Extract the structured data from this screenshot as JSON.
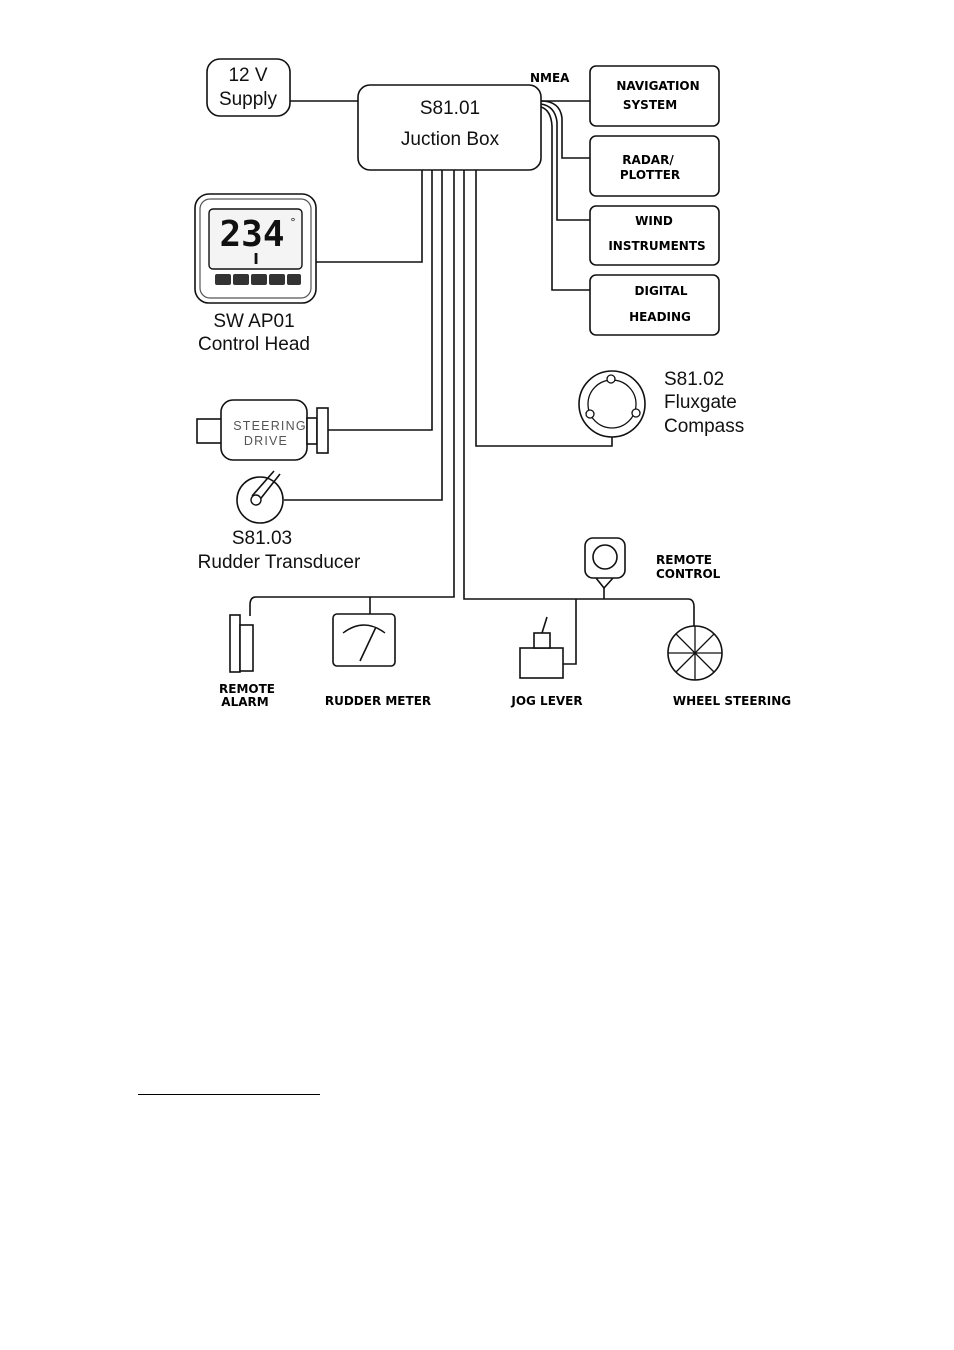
{
  "supply": {
    "line1": "12 V",
    "line2": "Supply"
  },
  "junction_box": {
    "line1": "S81.01",
    "line2": "Juction Box"
  },
  "nmea_label": "NMEA",
  "nmea_devices": [
    {
      "line1": "NAVIGATION",
      "line2": "SYSTEM"
    },
    {
      "line1": "RADAR/",
      "line2": "PLOTTER"
    },
    {
      "line1": "WIND",
      "line2": "INSTRUMENTS"
    },
    {
      "line1": "DIGITAL",
      "line2": "HEADING"
    }
  ],
  "control_head": {
    "display_value": "234",
    "display_unit": "°",
    "display_sub": "I",
    "line1": "SW AP01",
    "line2": "Control Head"
  },
  "steering_drive": {
    "line1": "STEERING",
    "line2": "DRIVE"
  },
  "rudder_transducer": {
    "line1": "S81.03",
    "line2": "Rudder Transducer"
  },
  "compass": {
    "line1": "S81.02",
    "line2": "Fluxgate",
    "line3": "Compass"
  },
  "remote_control": {
    "line1": "REMOTE",
    "line2": "CONTROL"
  },
  "remote_alarm": {
    "line1": "REMOTE",
    "line2": "ALARM"
  },
  "rudder_meter": {
    "label": "RUDDER METER"
  },
  "jog_lever": {
    "label": "JOG LEVER"
  },
  "wheel_steering": {
    "label": "WHEEL STEERING"
  }
}
